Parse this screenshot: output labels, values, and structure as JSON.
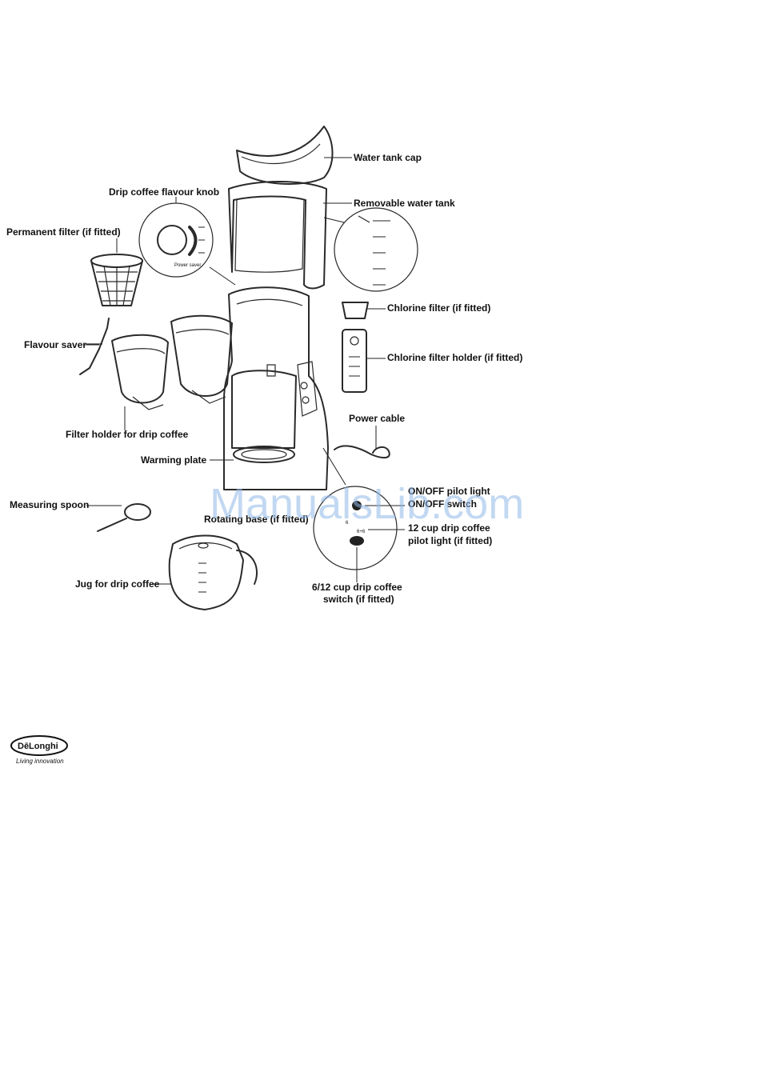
{
  "labels": {
    "water_tank_cap": "Water tank cap",
    "removable_water_tank": "Removable water tank",
    "drip_coffee_flavour_knob": "Drip coffee flavour knob",
    "permanent_filter": "Permanent filter (if fitted)",
    "chlorine_filter": "Chlorine filter (if fitted)",
    "chlorine_filter_holder": "Chlorine filter holder (if fitted)",
    "flavour_saver": "Flavour saver",
    "filter_holder": "Filter holder for drip coffee",
    "power_cable": "Power cable",
    "warming_plate": "Warming plate",
    "pilot_light": "ON/OFF pilot light",
    "switch": "ON/OFF switch",
    "measuring_spoon": "Measuring spoon",
    "rotating_base": "Rotating base (if fitted)",
    "cup12_line1": "12 cup drip coffee",
    "cup12_line2": "pilot light (if fitted)",
    "jug": "Jug for drip coffee",
    "switch612_line1": "6/12 cup drip coffee",
    "switch612_line2": "switch (if fitted)"
  },
  "knob_detail": {
    "power_saver": "Power saver"
  },
  "panel_detail": {
    "six": "6",
    "twelve": "6+6"
  },
  "watermark": "ManualsLib.com",
  "logo": {
    "brand": "DēLonghi",
    "tagline": "Living innovation"
  }
}
